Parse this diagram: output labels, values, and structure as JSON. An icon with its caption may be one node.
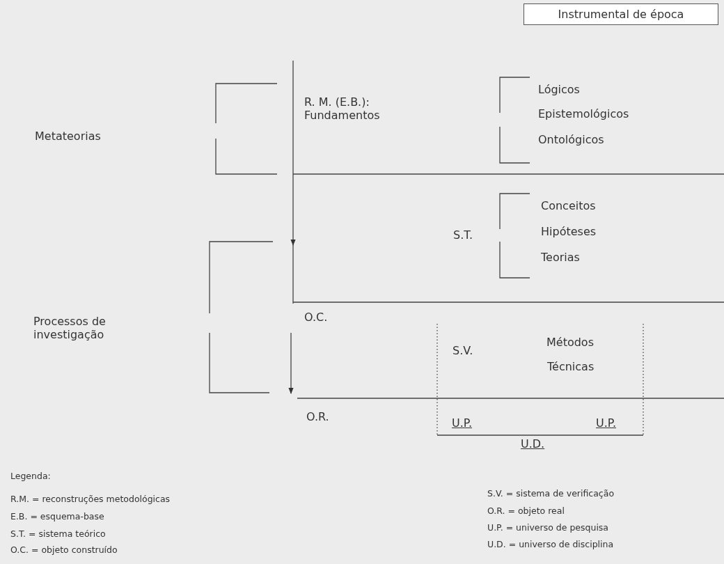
{
  "diagram": {
    "nodes": [
      {
        "text": [
          "Instrumental de época"
        ]
      }
    ],
    "labels": [
      "Metateorias",
      "R. M. (E.B.): Fundamentos",
      "Lógicos",
      "Epistemológicos",
      "Ontológicos",
      "S.T.",
      "Conceitos",
      "Hipóteses",
      "Teorias",
      "Processos de investigação",
      "O.C.",
      "S.V.",
      "Métodos",
      "Técnicas",
      "O.R.",
      "U.P.",
      "U.P.",
      "U.D.",
      "Legenda:",
      "R.M. = reconstruções metodológicas",
      "E.B. = esquema-base",
      "S.T. =  sistema teórico",
      "O.C. = objeto construído",
      "S.V. = sistema de verificação",
      "O.R. = objeto real",
      "U.P. =  universo de pesquisa",
      "U.D. = universo de disciplina"
    ]
  }
}
